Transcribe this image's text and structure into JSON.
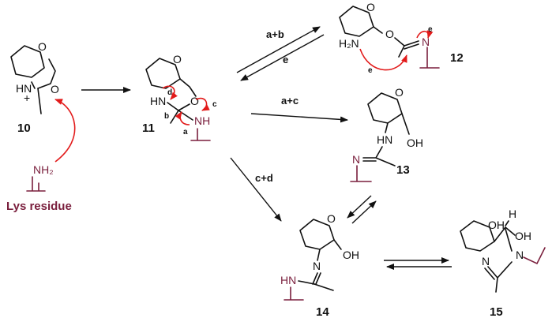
{
  "compounds": {
    "c10": "10",
    "c11": "11",
    "c12": "12",
    "c13": "13",
    "c14": "14",
    "c15": "15"
  },
  "atoms": {
    "O": "O",
    "HN": "HN",
    "HNplus": "HN",
    "plus": "+",
    "H2N": "H₂N",
    "NH": "NH",
    "NH2": "NH₂",
    "OH": "OH",
    "N": "N",
    "H": "H"
  },
  "labels": {
    "lys": "Lys residue",
    "ab": "a+b",
    "e": "e",
    "ac": "a+c",
    "cd": "c+d",
    "a": "a",
    "b": "b",
    "c": "c",
    "d": "d"
  },
  "colors": {
    "accent": "#7a1f3d",
    "curly_arrow": "#e21b1b",
    "text": "#111111"
  }
}
